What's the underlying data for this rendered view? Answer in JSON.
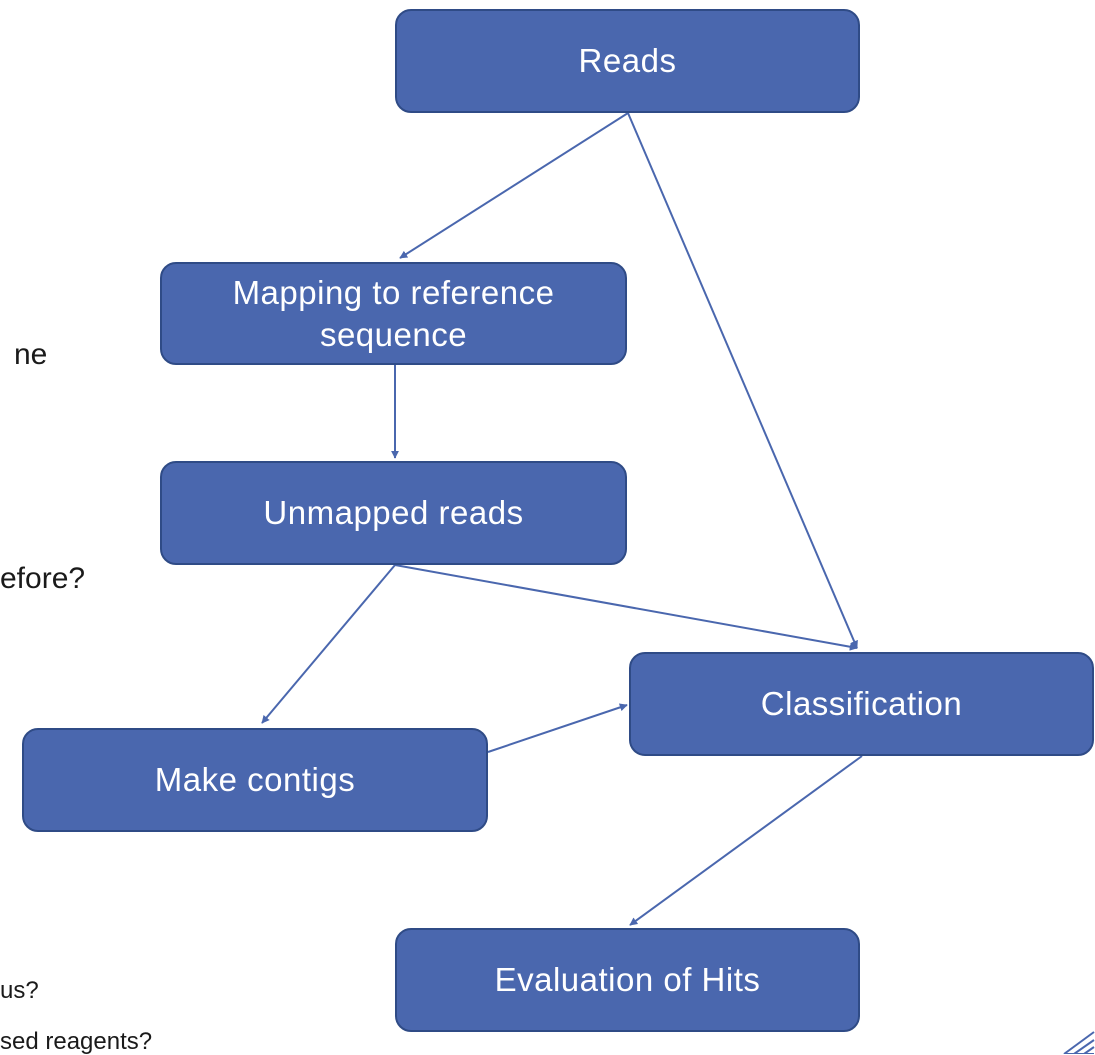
{
  "nodes": {
    "reads": "Reads",
    "mapping": "Mapping to reference sequence",
    "unmapped": "Unmapped reads",
    "classification": "Classification",
    "contigs": "Make contigs",
    "evaluation": "Evaluation of Hits"
  },
  "cut_off_text": [
    "ne",
    "efore?",
    "us?",
    "sed reagents?"
  ],
  "colors": {
    "node_fill": "#4A67AE",
    "node_border": "#2F4B86",
    "edge": "#4A67AE",
    "node_text": "#FFFFFF"
  },
  "icons": [
    "partial-logo-icon"
  ]
}
